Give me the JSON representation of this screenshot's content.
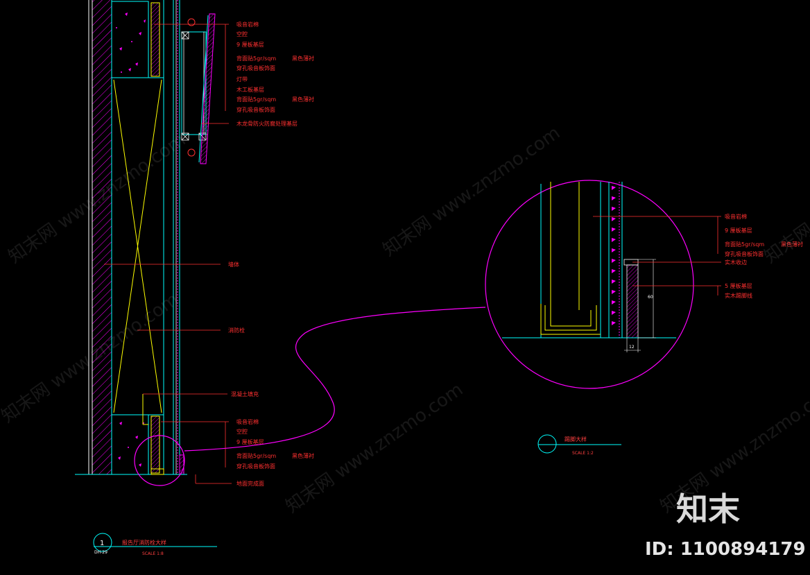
{
  "main_labels": [
    "吸音岩棉",
    "空腔",
    "9 厘板基层",
    "背面贴5gr/sqm",
    "黑色薄衬",
    "穿孔吸音板饰面",
    "灯带",
    "木工板基层",
    "背面贴5gr/sqm",
    "黑色薄衬",
    "穿孔吸音板饰面",
    "木龙骨防火防腐处理基层",
    "墙体",
    "消防栓",
    "混凝土填充"
  ],
  "bottom_labels": [
    "吸音岩棉",
    "空腔",
    "9 厘板基层",
    "背面贴5gr/sqm",
    "黑色薄衬",
    "穿孔吸音板饰面",
    "地面完成面"
  ],
  "detail_labels": [
    "吸音岩棉",
    "9 厘板基层",
    "背面贴5gr/sqm",
    "黑色薄衬",
    "穿孔吸音板饰面",
    "实木收边",
    "5 厘板基层",
    "实木踢脚线"
  ],
  "dims": {
    "height": "60",
    "width": "12"
  },
  "title1": {
    "number": "1",
    "code": "DH-29",
    "text": "报告厅消防栓大样",
    "scale": "SCALE 1:8"
  },
  "title2": {
    "text": "踢脚大样",
    "scale": "SCALE 1:2"
  },
  "watermarks": [
    "知末网 www.znzmo.com"
  ],
  "brand": {
    "logo": "知末",
    "id": "ID: 1100894179"
  }
}
